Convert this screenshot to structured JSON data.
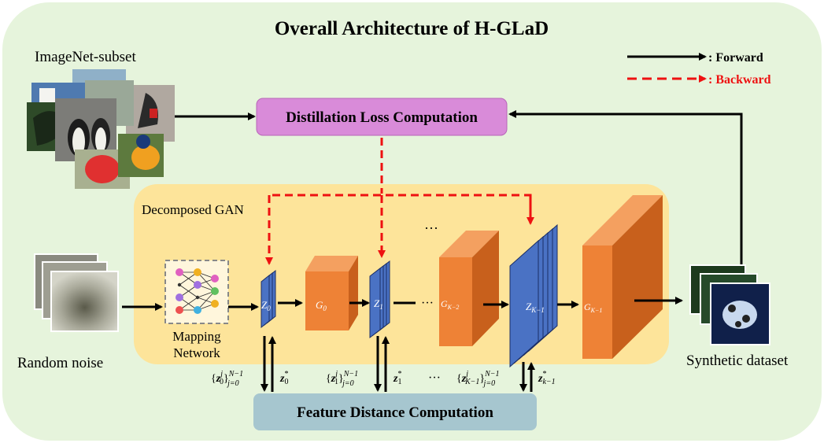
{
  "title": "Overall Architecture of H-GLaD",
  "legend": {
    "forward": ": Forward",
    "backward": ": Backward",
    "forward_color": "#000000",
    "backward_color": "#ee1111"
  },
  "inputs": {
    "dataset_label": "ImageNet-subset",
    "noise_label": "Random noise",
    "output_label": "Synthetic dataset"
  },
  "modules": {
    "distillation": "Distillation Loss Computation",
    "feature_distance": "Feature Distance Computation",
    "gan_label": "Decomposed GAN",
    "mapping_line1": "Mapping",
    "mapping_line2": "Network"
  },
  "latents": {
    "z0": {
      "base": "Z",
      "sub": "0"
    },
    "z1": {
      "base": "Z",
      "sub": "1"
    },
    "zk1": {
      "base": "Z",
      "sub": "K−1"
    }
  },
  "generators": {
    "g0": {
      "base": "G",
      "sub": "0"
    },
    "gk2": {
      "base": "G",
      "sub": "K−2"
    },
    "gk1": {
      "base": "G",
      "sub": "K−1"
    }
  },
  "feature_labels": {
    "set0": {
      "prefix": "{",
      "z": "z",
      "sup": "j",
      "sub": "0",
      "close": "}",
      "lim_sup": "N−1",
      "lim_sub": "j=0"
    },
    "star0": {
      "z": "z",
      "sup": "*",
      "sub": "0"
    },
    "set1": {
      "prefix": "{",
      "z": "z",
      "sup": "j",
      "sub": "1",
      "close": "}",
      "lim_sup": "N−1",
      "lim_sub": "j=0"
    },
    "star1": {
      "z": "z",
      "sup": "*",
      "sub": "1"
    },
    "setk": {
      "prefix": "{",
      "z": "z",
      "sup": "j",
      "sub": "K−1",
      "close": "}",
      "lim_sup": "N−1",
      "lim_sub": "j=0"
    },
    "stark": {
      "z": "z",
      "sup": "*",
      "sub": "k−1"
    }
  },
  "ellipses": {
    "top": "···",
    "mid": "···",
    "bottom": "···"
  },
  "colors": {
    "outer_bg": "#e6f4dc",
    "gan_bg": "#fde49a",
    "distill_bg": "#d98bd9",
    "feature_bg": "#a6c6cf",
    "latent_blue": "#4a72c4",
    "generator_orange": "#ee8236"
  }
}
